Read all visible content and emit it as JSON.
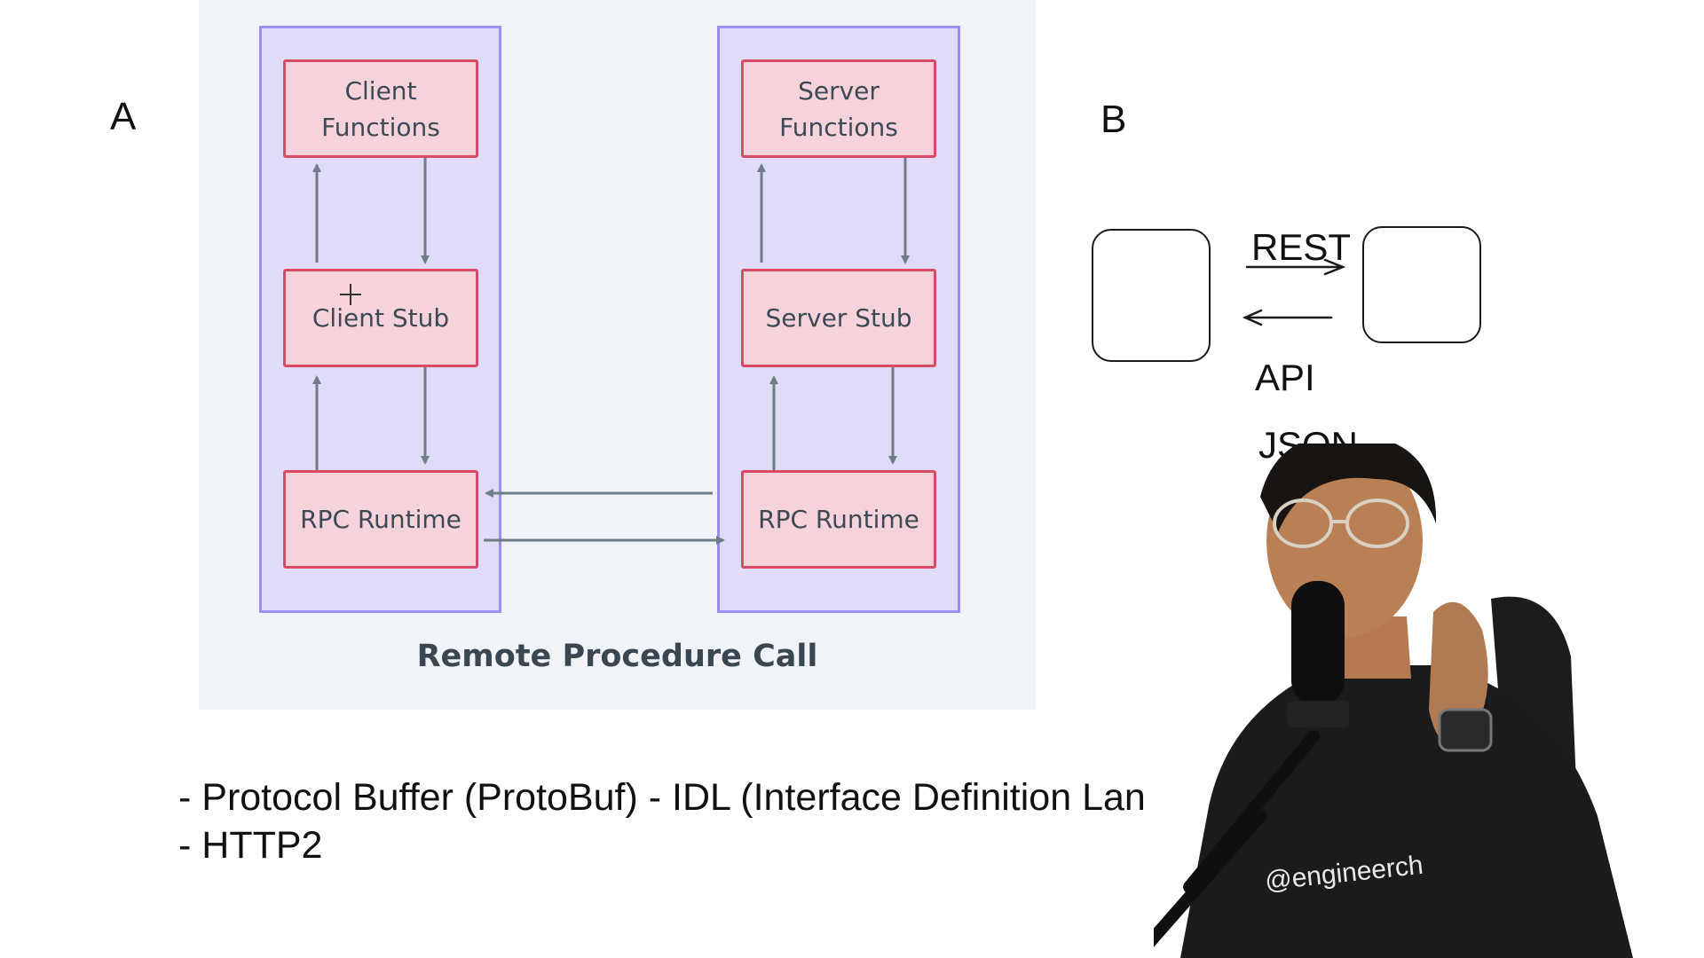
{
  "section_a": {
    "letter": "A"
  },
  "section_b": {
    "letter": "B"
  },
  "rpc_diagram": {
    "title": "Remote Procedure Call",
    "client": {
      "functions": "Client\nFunctions",
      "stub": "Client Stub",
      "runtime": "RPC Runtime"
    },
    "server": {
      "functions": "Server\nFunctions",
      "stub": "Server Stub",
      "runtime": "RPC Runtime"
    },
    "colors": {
      "panel_bg": "#f0f3f7",
      "column_fill": "#e0dcf8",
      "column_border": "#9a8ff0",
      "node_fill": "#f6d3db",
      "node_border": "#d84a66",
      "arrow": "#6f7d88"
    }
  },
  "sketch": {
    "rest": "REST",
    "api": "API",
    "json": "JSON"
  },
  "notes": {
    "line1": "- Protocol Buffer (ProtoBuf) - IDL (Interface Definition Lan",
    "line2": "- HTTP2"
  },
  "presenter": {
    "shirt_handle": "@engineerch",
    "icons": [
      "microphone-icon",
      "smartwatch-icon"
    ]
  }
}
